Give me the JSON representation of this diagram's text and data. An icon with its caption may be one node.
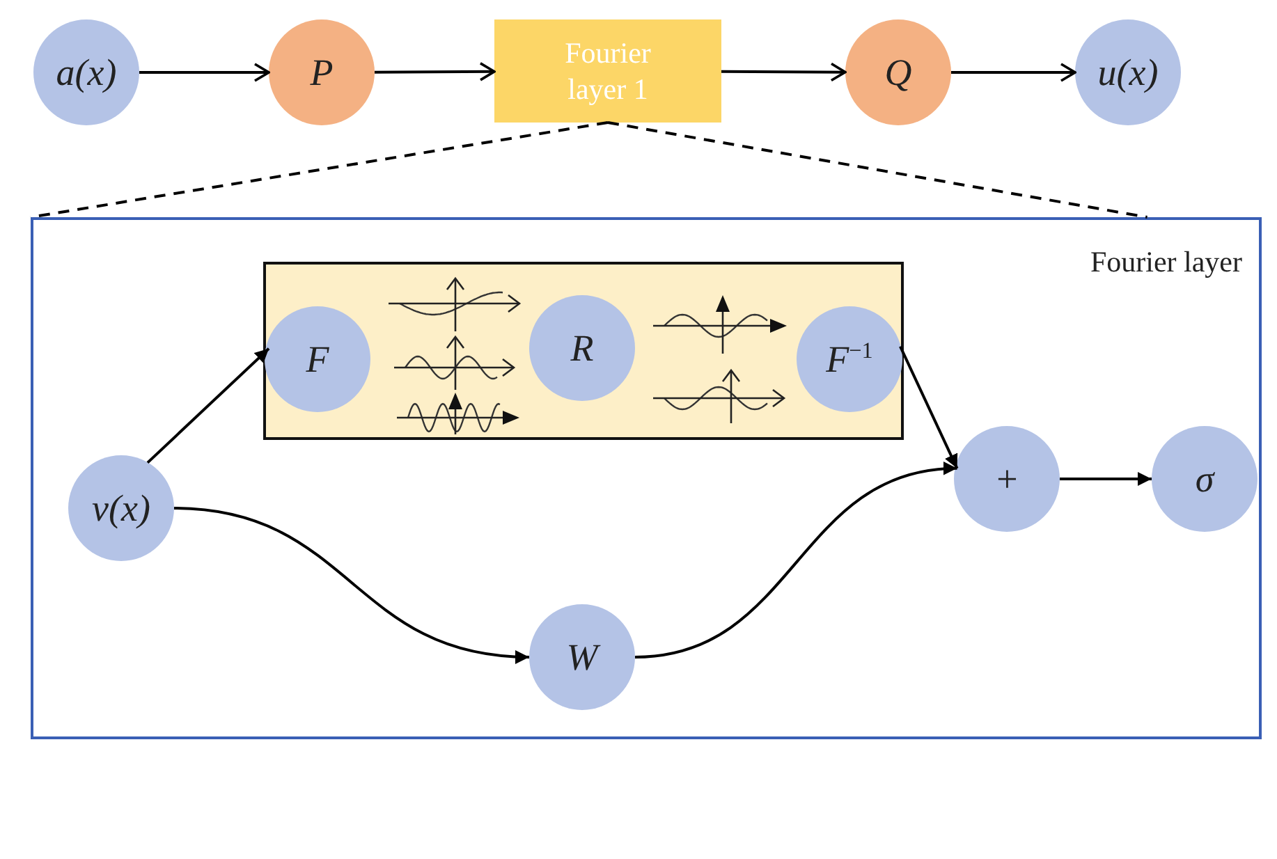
{
  "diagram": {
    "nodes": [
      {
        "text": [
          "a(x)"
        ]
      },
      {
        "text": [
          "P"
        ]
      },
      {
        "text": [
          "Fourier layer 1"
        ]
      },
      {
        "text": [
          "Q"
        ]
      },
      {
        "text": [
          "u(x)"
        ]
      },
      {
        "text": [
          "Fourier layer"
        ]
      },
      {
        "text": [],
        "shape": "box",
        "in": 5
      },
      {
        "text": [
          "F"
        ],
        "in": 6
      },
      {
        "text": [
          "R"
        ],
        "in": 6
      },
      {
        "text": [
          "F$^{−1}$"
        ],
        "in": 6
      },
      {
        "text": [
          "v(x)"
        ],
        "in": 5
      },
      {
        "text": [
          "+"
        ],
        "in": 5
      },
      {
        "text": [
          "σ"
        ],
        "in": 5
      },
      {
        "text": [
          "W"
        ],
        "in": 5
      }
    ],
    "edges": [
      {
        "from": 0,
        "to": 1,
        "arrow": "to"
      },
      {
        "from": 1,
        "to": 2,
        "arrow": "to"
      },
      {
        "from": 2,
        "to": 3,
        "arrow": "to"
      },
      {
        "from": 3,
        "to": 4,
        "arrow": "to"
      },
      {
        "from": 2,
        "to": 5,
        "arrow": "none",
        "style": "dashed"
      },
      {
        "from": 2,
        "to": 5,
        "arrow": "none",
        "style": "dashed"
      },
      {
        "from": 10,
        "to": 7,
        "arrow": "to"
      },
      {
        "from": 9,
        "to": 11,
        "arrow": "to"
      },
      {
        "from": 10,
        "to": 13,
        "arrow": "to"
      },
      {
        "from": 13,
        "to": 11,
        "arrow": "to"
      },
      {
        "from": 11,
        "to": 12,
        "arrow": "to"
      }
    ]
  }
}
